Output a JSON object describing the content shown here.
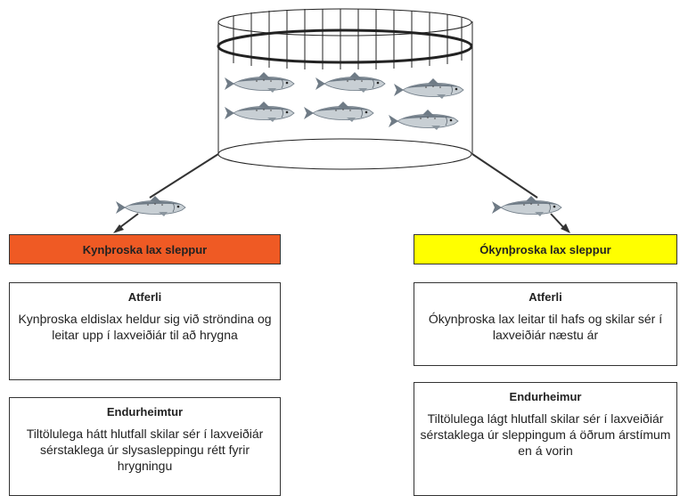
{
  "colors": {
    "left_header": "#ef5a24",
    "right_header": "#ffff00",
    "fish_body": "#c8cfd4",
    "fish_back": "#6f7b86"
  },
  "icons": [
    "net-pen-icon",
    "salmon-icon"
  ],
  "left": {
    "header": "Kynþroska lax sleppur",
    "behavior_title": "Atferli",
    "behavior_text": "Kynþroska eldislax heldur sig við ströndina og leitar upp í laxveiðiár til að hrygna",
    "recovery_title": "Endurheimtur",
    "recovery_text": "Tiltölulega hátt hlutfall skilar sér í laxveiðiár sérstaklega úr slysasleppingu rétt fyrir hrygningu"
  },
  "right": {
    "header": "Ókynþroska lax sleppur",
    "behavior_title": "Atferli",
    "behavior_text": "Ókynþroska lax leitar til hafs og skilar sér í laxveiðiár næstu ár",
    "recovery_title": "Endurheimur",
    "recovery_text": "Tiltölulega lágt hlutfall skilar sér í laxveiðiár sérstaklega úr sleppingum á öðrum árstímum en á vorin"
  }
}
